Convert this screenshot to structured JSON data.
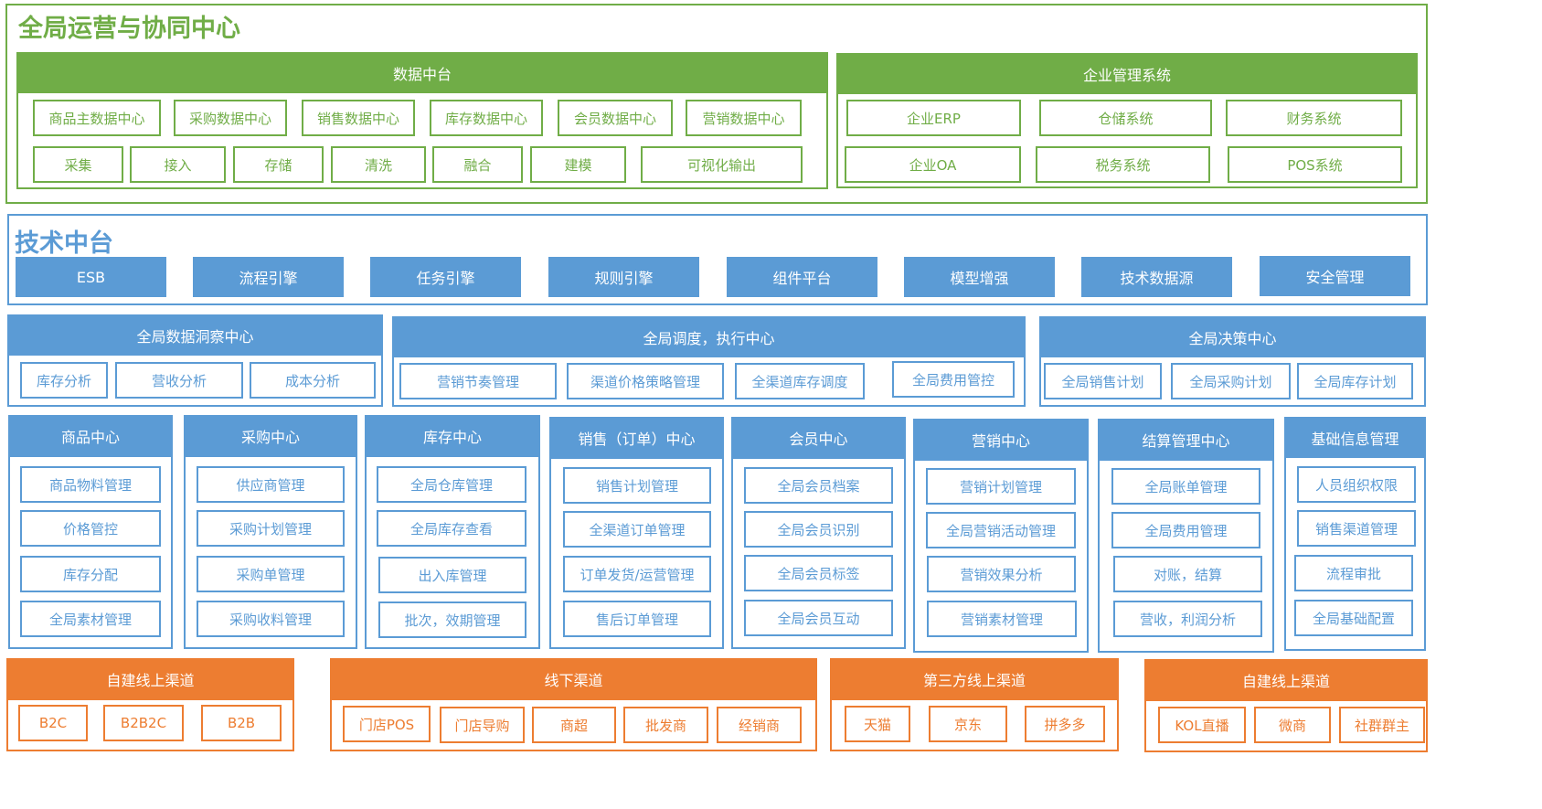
{
  "global_ops": {
    "title": "全局运营与协同中心",
    "data_platform": {
      "header": "数据中台",
      "row1": [
        "商品主数据中心",
        "采购数据中心",
        "销售数据中心",
        "库存数据中心",
        "会员数据中心",
        "营销数据中心"
      ],
      "row2": [
        "采集",
        "接入",
        "存储",
        "清洗",
        "融合",
        "建模",
        "可视化输出"
      ]
    },
    "enterprise_systems": {
      "header": "企业管理系统",
      "row1": [
        "企业ERP",
        "仓储系统",
        "财务系统"
      ],
      "row2": [
        "企业OA",
        "税务系统",
        "POS系统"
      ]
    }
  },
  "tech_platform": {
    "title": "技术中台",
    "items": [
      "ESB",
      "流程引擎",
      "任务引擎",
      "规则引擎",
      "组件平台",
      "模型增强",
      "技术数据源",
      "安全管理"
    ]
  },
  "centers_row1": [
    {
      "header": "全局数据洞察中心",
      "items": [
        "库存分析",
        "营收分析",
        "成本分析"
      ]
    },
    {
      "header": "全局调度，执行中心",
      "items": [
        "营销节奏管理",
        "渠道价格策略管理",
        "全渠道库存调度",
        "全局费用管控"
      ]
    },
    {
      "header": "全局决策中心",
      "items": [
        "全局销售计划",
        "全局采购计划",
        "全局库存计划"
      ]
    }
  ],
  "centers_row2": [
    {
      "header": "商品中心",
      "items": [
        "商品物料管理",
        "价格管控",
        "库存分配",
        "全局素材管理"
      ]
    },
    {
      "header": "采购中心",
      "items": [
        "供应商管理",
        "采购计划管理",
        "采购单管理",
        "采购收料管理"
      ]
    },
    {
      "header": "库存中心",
      "items": [
        "全局仓库管理",
        "全局库存查看",
        "出入库管理",
        "批次，效期管理"
      ]
    },
    {
      "header": "销售（订单）中心",
      "items": [
        "销售计划管理",
        "全渠道订单管理",
        "订单发货/运营管理",
        "售后订单管理"
      ]
    },
    {
      "header": "会员中心",
      "items": [
        "全局会员档案",
        "全局会员识别",
        "全局会员标签",
        "全局会员互动"
      ]
    },
    {
      "header": "营销中心",
      "items": [
        "营销计划管理",
        "全局营销活动管理",
        "营销效果分析",
        "营销素材管理"
      ]
    },
    {
      "header": "结算管理中心",
      "items": [
        "全局账单管理",
        "全局费用管理",
        "对账，结算",
        "营收，利润分析"
      ]
    },
    {
      "header": "基础信息管理",
      "items": [
        "人员组织权限",
        "销售渠道管理",
        "流程审批",
        "全局基础配置"
      ]
    }
  ],
  "channels": [
    {
      "header": "自建线上渠道",
      "items": [
        "B2C",
        "B2B2C",
        "B2B"
      ]
    },
    {
      "header": "线下渠道",
      "items": [
        "门店POS",
        "门店导购",
        "商超",
        "批发商",
        "经销商"
      ]
    },
    {
      "header": "第三方线上渠道",
      "items": [
        "天猫",
        "京东",
        "拼多多"
      ]
    },
    {
      "header": "自建线上渠道",
      "items": [
        "KOL直播",
        "微商",
        "社群群主"
      ]
    }
  ],
  "colors": {
    "green": "#70ad47",
    "blue": "#5b9bd5",
    "orange": "#ed7d31",
    "background": "#ffffff"
  }
}
